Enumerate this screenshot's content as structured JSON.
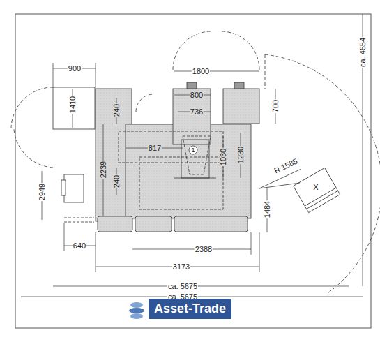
{
  "diagram": {
    "nodes": [
      {
        "text": [
          "Asset-Trade"
        ]
      }
    ],
    "labels": [
      "900",
      "1410",
      "2949",
      "640",
      "1800",
      "800",
      "700",
      "736",
      "240",
      "240",
      "2239",
      "817",
      "1030",
      "1230",
      "1484",
      "R 1585",
      "2388",
      "3173",
      "ca. 5675",
      "ca. 5675",
      "ca. 4654",
      "1",
      "X"
    ]
  }
}
